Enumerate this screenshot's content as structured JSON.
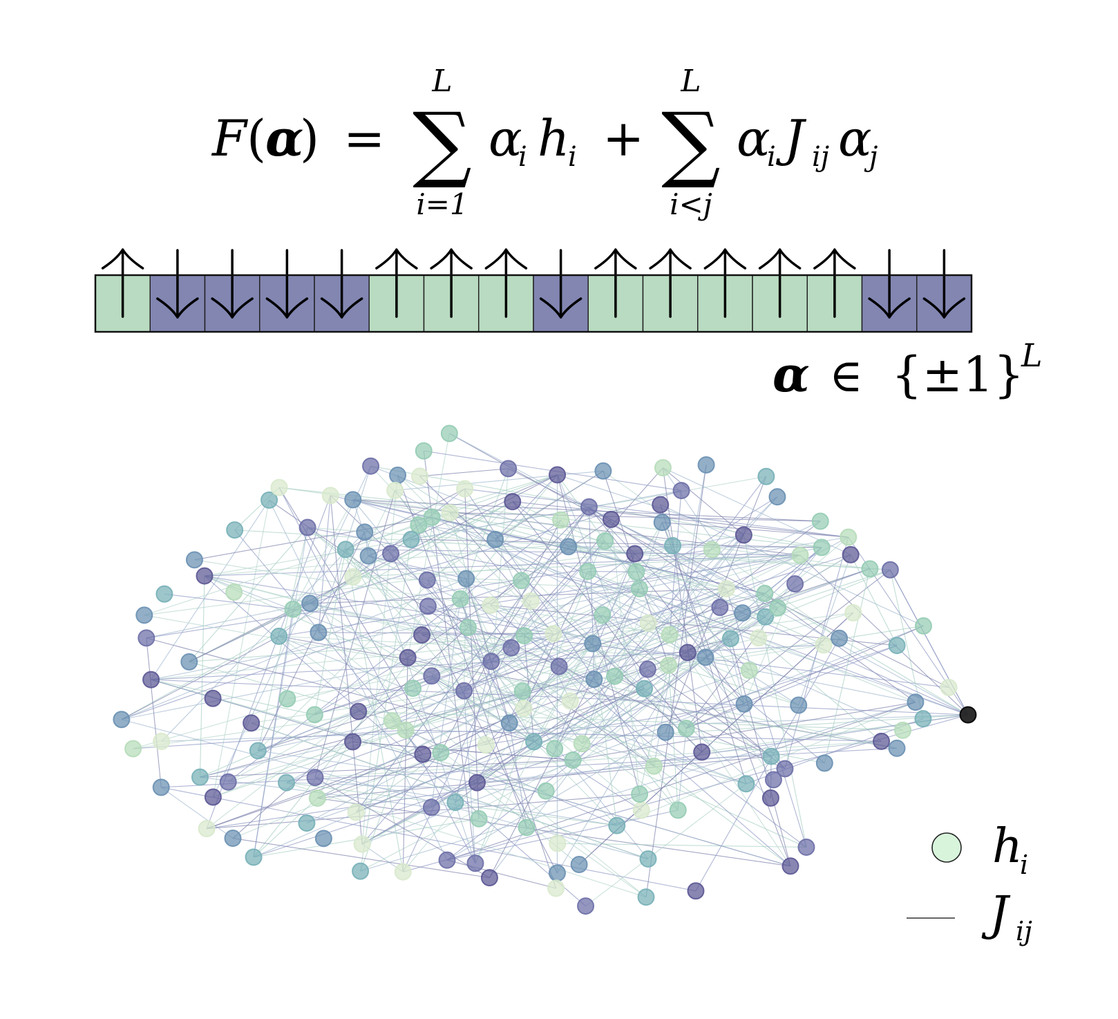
{
  "formula": {
    "lhs_F": "F",
    "lhs_open": "(",
    "lhs_alpha": "α",
    "lhs_close": ")",
    "equals": "=",
    "sum_symbol": "∑",
    "sum1_upper": "L",
    "sum1_lower": "i=1",
    "term1_alpha": "α",
    "term1_alpha_sub": "i",
    "term1_h": "h",
    "term1_h_sub": "i",
    "plus": "+",
    "sum2_upper": "L",
    "sum2_lower": "i<j",
    "term2_alpha": "α",
    "term2_alpha_sub": "i",
    "term2_J": "J",
    "term2_J_sub": "ij",
    "term2_alpha_j": "α",
    "term2_alpha_j_sub": "j"
  },
  "spin_chain": {
    "spins": [
      1,
      -1,
      -1,
      -1,
      -1,
      1,
      1,
      1,
      -1,
      1,
      1,
      1,
      1,
      1,
      -1,
      -1
    ],
    "up_color": "#b9dbc1",
    "down_color": "#8286b1",
    "up_arrow": "↑",
    "down_arrow": "↓"
  },
  "set_label": {
    "alpha": "α",
    "in": "∈",
    "set": "{±1}",
    "exponent": "L"
  },
  "graph": {
    "node_count": 190,
    "edge_count": 420,
    "palette": [
      "#d8e9cc",
      "#b6dcb9",
      "#95ccb4",
      "#77b0b7",
      "#6a90b2",
      "#6b6ea6",
      "#5b5794"
    ],
    "highlight_node_color": "#222222"
  },
  "legend": {
    "node_symbol_color": "#d8f5dc",
    "node_label": "h",
    "node_label_sub": "i",
    "edge_label": "J",
    "edge_label_sub": "ij"
  }
}
